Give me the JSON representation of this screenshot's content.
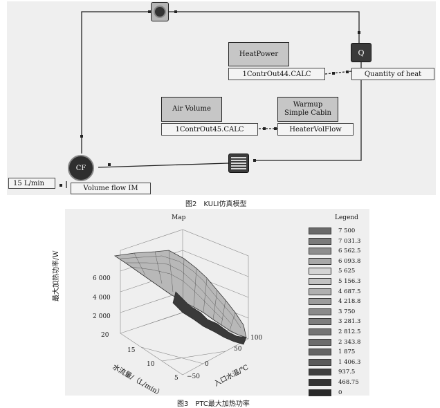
{
  "fig2": {
    "caption": "图2　KULI仿真模型",
    "blocks": {
      "heat_power": "HeatPower",
      "air_volume": "Air Volume",
      "warmup": "Warmup Simple Cabin",
      "q": "Q",
      "cf": "CF"
    },
    "labels": {
      "contr44": "1ContrOut44.CALC",
      "quantity_heat": "Quantity of heat",
      "contr45": "1ContrOut45.CALC",
      "heater_vol": "HeaterVolFlow",
      "flow_value": "15 L/min",
      "volume_flow_im": "Volume flow IM"
    }
  },
  "fig3": {
    "caption": "图3　PTC最大加热功率",
    "title": "Map",
    "zlabel": "最大加热功率/W",
    "xlabel": "水流量/（L/min）",
    "ylabel": "入口水温/℃",
    "ticks": {
      "z": [
        "6 000",
        "4 000",
        "2 000",
        "20"
      ],
      "x": [
        "15",
        "10",
        "5"
      ],
      "y": [
        "−50",
        "0",
        "50",
        "100"
      ]
    },
    "legend": {
      "title": "Legend",
      "entries": [
        "7 500",
        "7 031.3",
        "6 562.5",
        "6 093.8",
        "5 625",
        "5 156.3",
        "4 687.5",
        "4 218.8",
        "3 750",
        "3 281.3",
        "2 812.5",
        "2 343.8",
        "1 875",
        "1 406.3",
        "937.5",
        "468.75",
        "0"
      ],
      "colors": [
        "#6a6a6a",
        "#7b7b7b",
        "#8e8e8e",
        "#a8a8a8",
        "#d4d4d4",
        "#c2c2c2",
        "#b0b0b0",
        "#9c9c9c",
        "#8a8a8a",
        "#7e7e7e",
        "#747474",
        "#6c6c6c",
        "#646464",
        "#5a5a5a",
        "#3e3e3e",
        "#333333",
        "#2a2a2a"
      ]
    }
  }
}
